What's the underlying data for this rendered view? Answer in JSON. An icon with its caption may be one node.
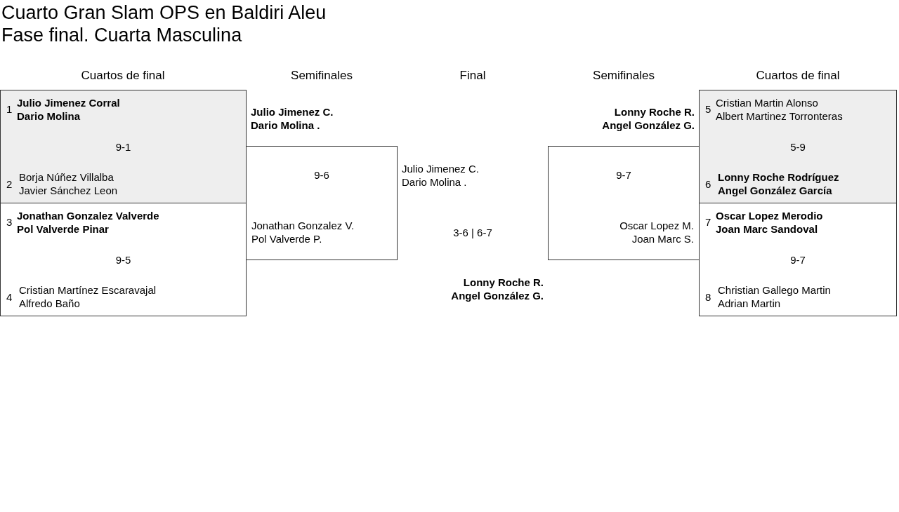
{
  "diagram": {
    "title": "Cuarto Gran Slam OPS en Baldiri Aleu Fase final. Cuarta Masculina",
    "nodes": [
      {
        "text": [
          "1",
          "Julio Jimenez Corral",
          "Dario Molina",
          "9-1",
          "2",
          "Borja Núñez Villalba",
          "Javier Sánchez Leon"
        ]
      },
      {
        "text": [
          "3",
          "Jonathan Gonzalez Valverde",
          "Pol Valverde Pinar",
          "9-5",
          "4",
          "Cristian Martínez Escaravajal",
          "Alfredo Baño"
        ]
      },
      {
        "text": [
          "9-6",
          "Jonathan Gonzalez V.",
          "Pol Valverde P."
        ]
      },
      {
        "text": [
          "9-7",
          "Oscar Lopez M.",
          "Joan Marc S."
        ]
      },
      {
        "text": [
          "5",
          "Cristian Martin Alonso",
          "Albert Martinez Torronteras",
          "5-9",
          "6",
          "Lonny Roche Rodríguez",
          "Angel González García"
        ]
      },
      {
        "text": [
          "7",
          "Oscar Lopez Merodio",
          "Joan Marc Sandoval",
          "9-7",
          "8",
          "Christian Gallego Martin",
          "Adrian Martin"
        ]
      }
    ],
    "labels": [
      "Cuartos de final",
      "Semifinales",
      "Final",
      "Semifinales",
      "Cuartos de final",
      "Julio Jimenez C.",
      "Dario Molina .",
      "Lonny Roche R.",
      "Angel González G.",
      "Julio Jimenez C.",
      "Dario Molina .",
      "3-6 | 6-7",
      "Lonny Roche R.",
      "Angel González G."
    ]
  }
}
